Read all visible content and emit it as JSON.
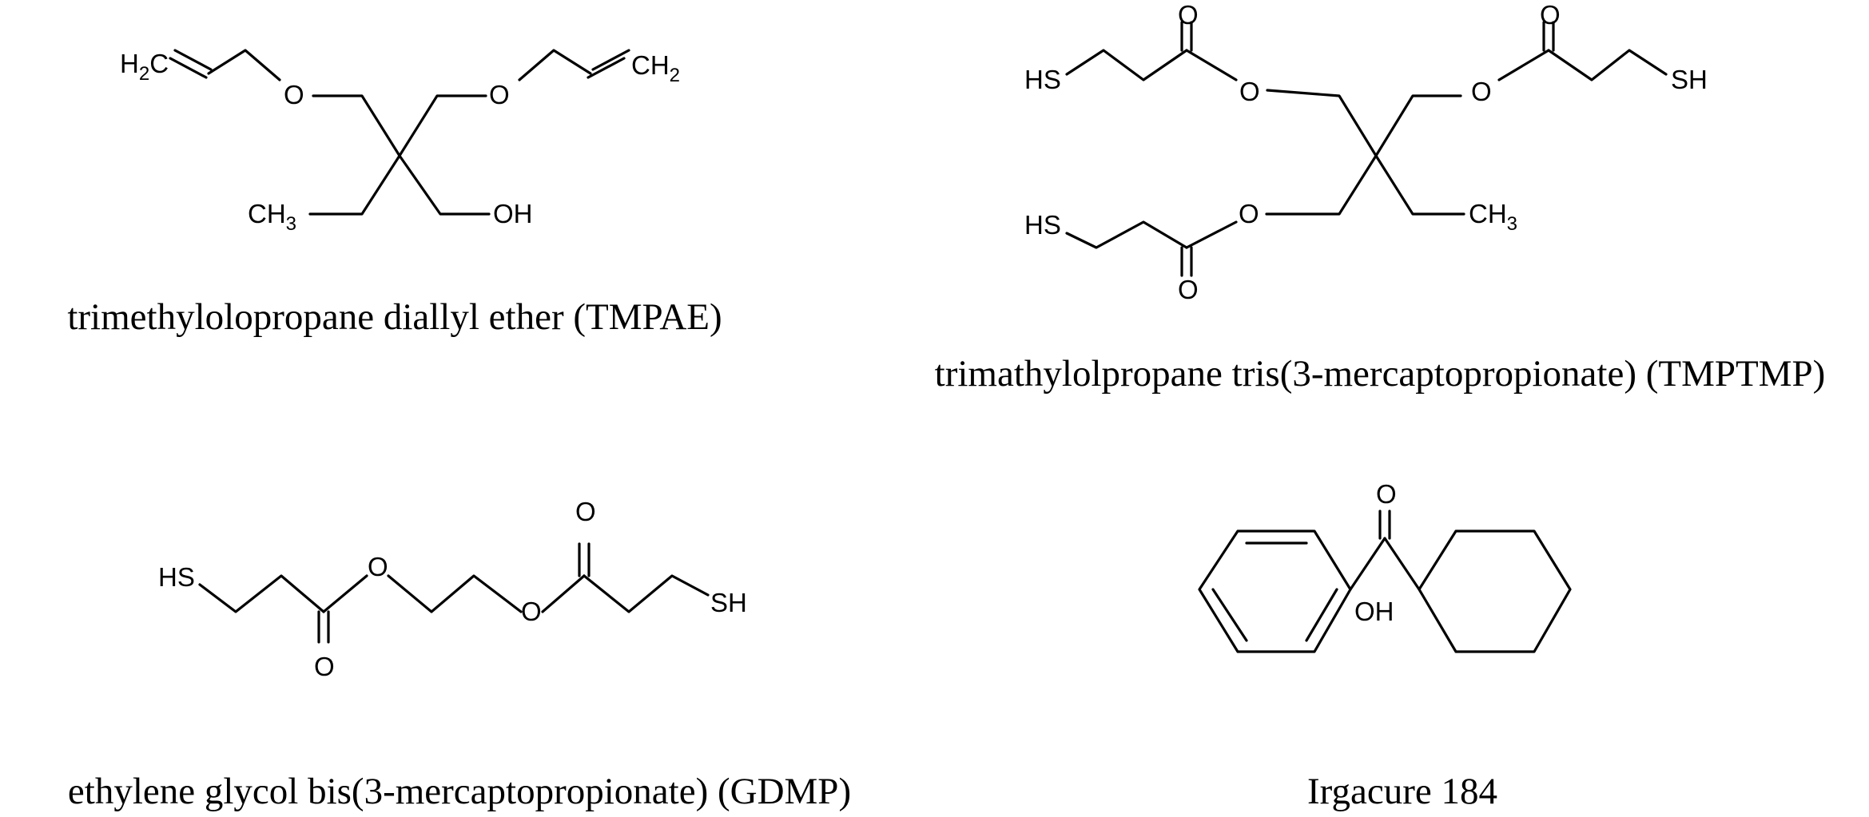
{
  "molecules": [
    {
      "caption": "trimethylolopropane diallyl ether (TMPAE)",
      "atoms": {
        "h2c": "H",
        "h2c_sub": "2",
        "h2c_c": "C",
        "o1": "O",
        "o2": "O",
        "ch2_c": "CH",
        "ch2_sub": "2",
        "ch3": "CH",
        "ch3_sub": "3",
        "oh": "OH"
      }
    },
    {
      "caption": "trimathylolpropane tris(3-mercaptopropionate) (TMPTMP)",
      "atoms": {
        "hs1": "HS",
        "o_carbonyl1": "O",
        "o_ester1": "O",
        "o_ester2": "O",
        "o_carbonyl2": "O",
        "sh2": "SH",
        "hs3": "HS",
        "o_ester3": "O",
        "o_carbonyl3": "O",
        "ch3": "CH",
        "ch3_sub": "3"
      }
    },
    {
      "caption": "ethylene glycol bis(3-mercaptopropionate) (GDMP)",
      "atoms": {
        "hs": "HS",
        "o_ester1": "O",
        "o_carbonyl1": "O",
        "o_ester2": "O",
        "o_carbonyl2": "O",
        "sh": "SH"
      }
    },
    {
      "caption": "Irgacure 184",
      "atoms": {
        "o_carbonyl": "O",
        "oh": "OH"
      }
    }
  ]
}
